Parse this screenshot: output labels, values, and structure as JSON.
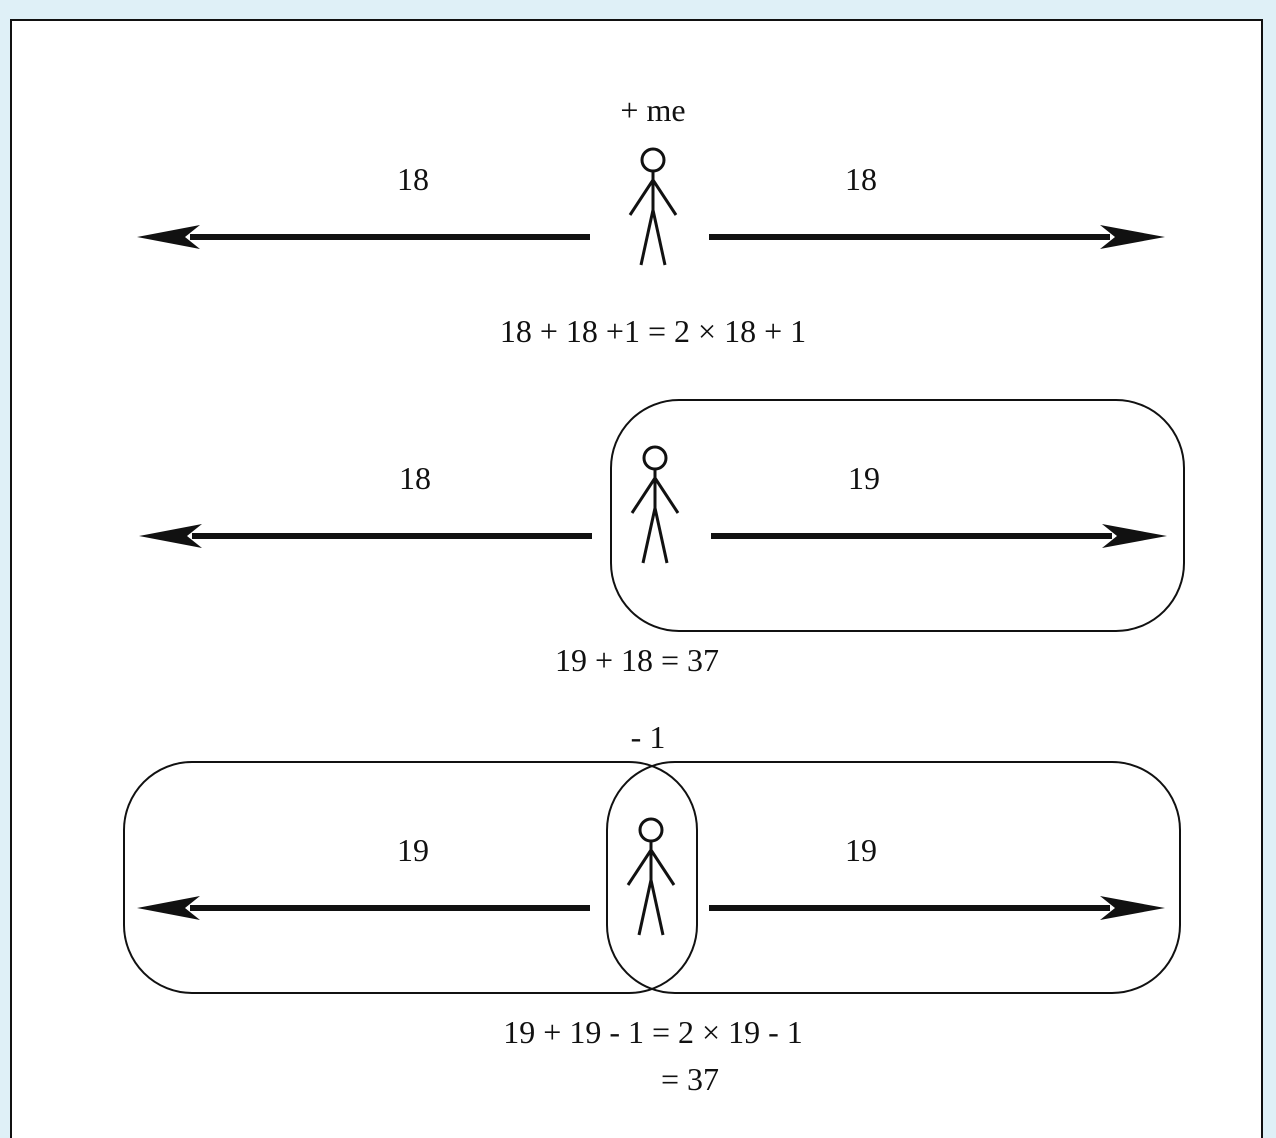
{
  "colors": {
    "background_outer": "#dff0f7",
    "panel_fill": "#ffffff",
    "panel_border": "#111111",
    "ink": "#111111"
  },
  "icons": {
    "person": "stick-figure-icon",
    "arrow_left": "arrow-left-icon",
    "arrow_right": "arrow-right-icon"
  },
  "panel1": {
    "top_label": "+ me",
    "left_count": "18",
    "right_count": "18",
    "equation": "18 + 18 +1  =  2 × 18 + 1"
  },
  "panel2": {
    "left_count": "18",
    "right_count": "19",
    "equation": "19 + 18  =  37"
  },
  "panel3": {
    "top_label": "- 1",
    "left_count": "19",
    "right_count": "19",
    "equation_line1": "19 + 19 - 1  =  2  × 19 - 1",
    "equation_line2": "=   37"
  }
}
